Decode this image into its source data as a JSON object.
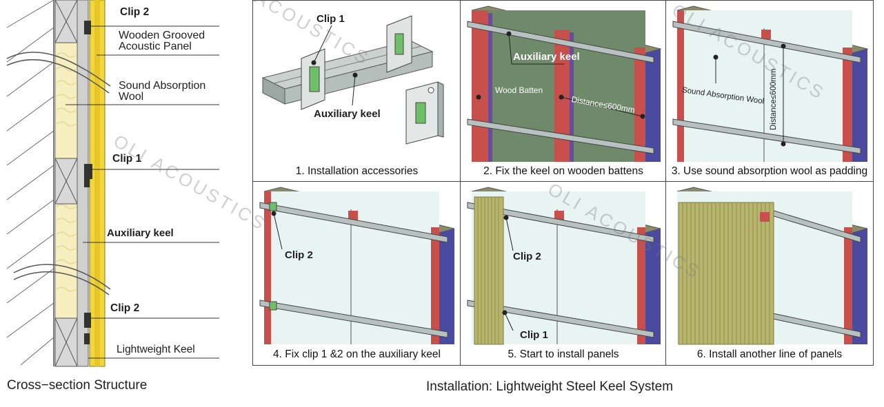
{
  "cross_section": {
    "labels": {
      "clip2_top": "Clip 2",
      "panel": "Wooden Grooved\nAcoustic Panel",
      "wool": "Sound Absorption\nWool",
      "clip1": "Clip 1",
      "aux_keel": "Auxiliary keel",
      "clip2_bottom": "Clip 2",
      "light_keel": "Lightweight Keel"
    },
    "title": "Cross−section Structure"
  },
  "installation": {
    "title": "Installation: Lightweight Steel Keel System",
    "steps": [
      {
        "caption": "1. Installation accessories",
        "labels": {
          "clip1": "Clip 1",
          "aux_keel": "Auxiliary keel"
        }
      },
      {
        "caption": "2. Fix  the keel   on wooden battens",
        "labels": {
          "aux_keel": "Auxiliary keel",
          "batten": "Wood Batten",
          "distance": "Distance≤600mm"
        }
      },
      {
        "caption": "3. Use sound absorption wool as padding",
        "labels": {
          "wool": "Sound Absorption Wool",
          "distance": "Distance≤600mm"
        }
      },
      {
        "caption": "4. Fix clip 1 &2 on the auxiliary keel",
        "labels": {
          "clip2": "Clip 2"
        }
      },
      {
        "caption": "5. Start to install panels",
        "labels": {
          "clip2": "Clip 2",
          "clip1": "Clip 1"
        }
      },
      {
        "caption": "6. Install another line of panels",
        "labels": {}
      }
    ]
  },
  "watermark": "OLI ACOUSTICS",
  "colors": {
    "panel_yellow": "#f2d640",
    "wool_fill": "#f7eec0",
    "keel_gray": "#8c9c8e",
    "batten_red": "#c8504c",
    "wall_purple": "#6a4c9a",
    "board_green": "#b7b56e",
    "glass": "#e8f4f2"
  }
}
